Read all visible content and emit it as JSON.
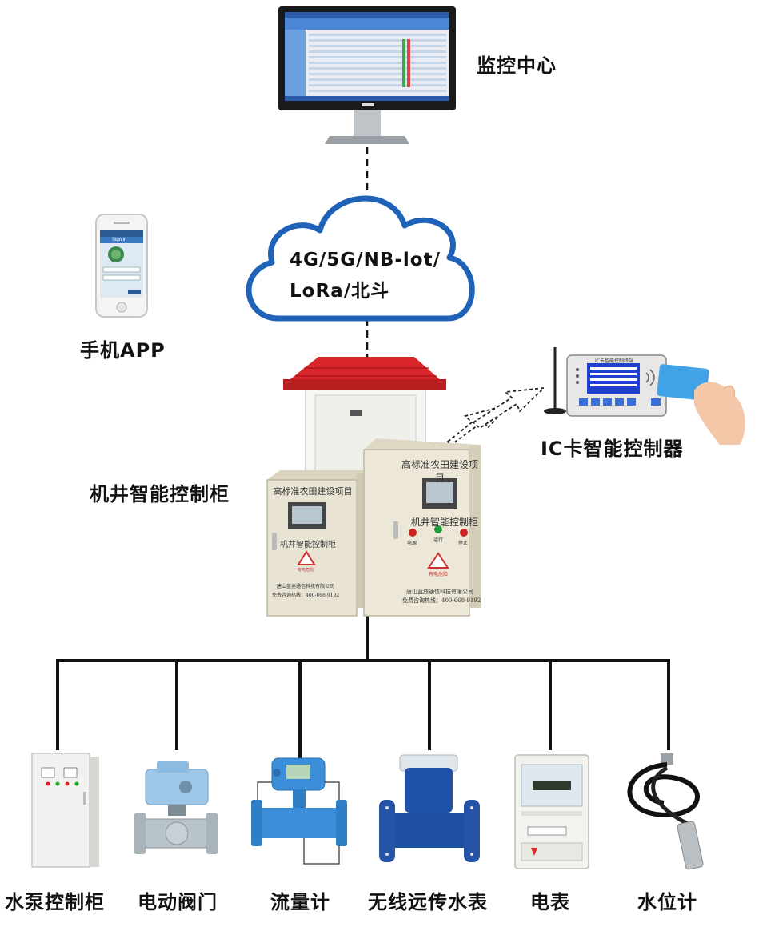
{
  "nodes": {
    "monitor_center": "监控中心",
    "cloud_line1": "4G/5G/NB-lot/",
    "cloud_line2": "LoRa/北斗",
    "mobile_app": "手机APP",
    "ic_card_controller": "IC卡智能控制器",
    "well_cabinet": "机井智能控制柜"
  },
  "cabinet_small": {
    "project": "高标准农田建设项目",
    "name": "机井智能控制柜",
    "warning": "有电危险",
    "company": "唐山蓝迪通信科技有限公司",
    "hotline": "免费咨询热线：400-668-9192"
  },
  "cabinet_large": {
    "project": "高标准农田建设项目",
    "name": "机井智能控制柜",
    "btn_power": "电源",
    "btn_run": "运行",
    "btn_stop": "停止",
    "warning": "有电危险",
    "company": "唐山蓝迪通信科技有限公司",
    "hotline": "免费咨询热线：400-668-9192"
  },
  "ic_device": {
    "title": "IC卡智能控制终端"
  },
  "phone": {
    "title": "Sign in"
  },
  "devices": [
    {
      "label": "水泵控制柜"
    },
    {
      "label": "电动阀门"
    },
    {
      "label": "流量计"
    },
    {
      "label": "无线远传水表"
    },
    {
      "label": "电表"
    },
    {
      "label": "水位计"
    }
  ],
  "colors": {
    "cloud_stroke": "#1e63b8",
    "roof": "#d8262a",
    "cabinet": "#e8e3d2",
    "blue_device": "#3a8fd8",
    "line": "#111111"
  }
}
